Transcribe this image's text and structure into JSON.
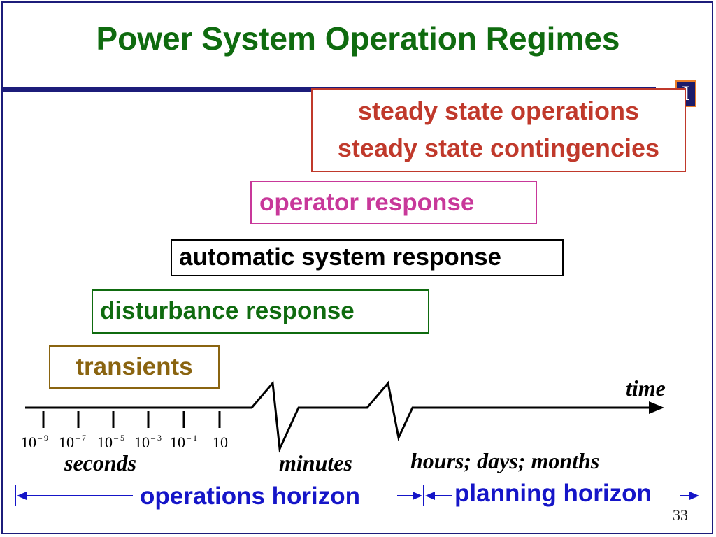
{
  "slide": {
    "title": "Power System Operation Regimes",
    "page_number": "33",
    "logo_letter": "I"
  },
  "regimes": {
    "steady_state_operations": "steady state operations",
    "steady_state_contingencies": "steady state contingencies",
    "operator_response": "operator response",
    "automatic_system_response": "automatic system response",
    "disturbance_response": "disturbance response",
    "transients": "transients"
  },
  "axis": {
    "time_label": "time",
    "ticks": [
      {
        "base": "10",
        "exp": "– 9"
      },
      {
        "base": "10",
        "exp": "– 7"
      },
      {
        "base": "10",
        "exp": "– 5"
      },
      {
        "base": "10",
        "exp": "– 3"
      },
      {
        "base": "10",
        "exp": "– 1"
      },
      {
        "base": "10",
        "exp": ""
      }
    ],
    "unit_seconds": "seconds",
    "unit_minutes": "minutes",
    "unit_long": "hours; days; months"
  },
  "horizons": {
    "operations": "operations horizon",
    "planning": "planning horizon"
  },
  "colors": {
    "title": "#0f6b0f",
    "steady_state": "#c0392b",
    "operator": "#c8389a",
    "automatic": "#000000",
    "disturbance": "#0f6b0f",
    "transients": "#8a6410",
    "horizon": "#1515c8",
    "rule": "#1c1c7a"
  }
}
